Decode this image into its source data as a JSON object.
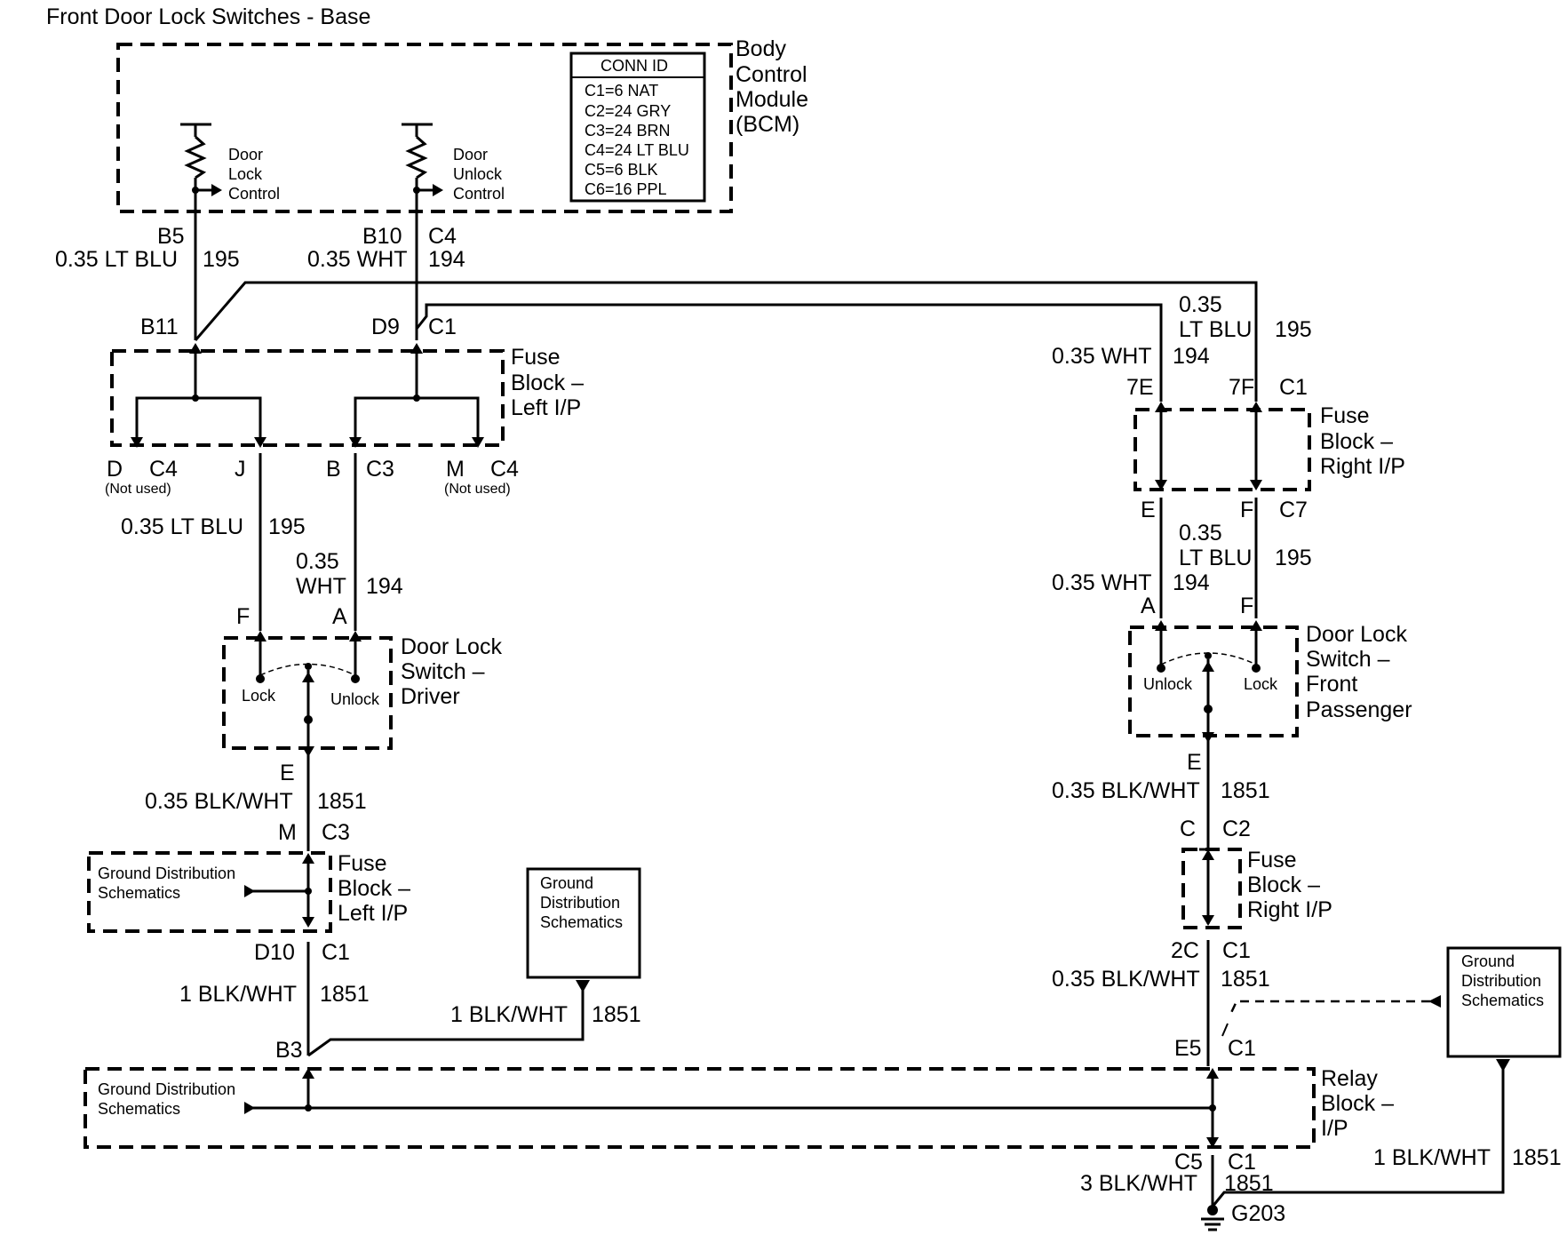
{
  "title": "Front Door Lock Switches - Base",
  "bcm": {
    "name": "Body Control Module (BCM)",
    "name_lines": [
      "Body",
      "Control",
      "Module",
      "(BCM)"
    ],
    "conn_header": "CONN ID",
    "conn_lines": [
      "C1=6 NAT",
      "C2=24 GRY",
      "C3=24 BRN",
      "C4=24 LT BLU",
      "C5=6 BLK",
      "C6=16 PPL"
    ],
    "lock_control": [
      "Door",
      "Lock",
      "Control"
    ],
    "unlock_control": [
      "Door",
      "Unlock",
      "Control"
    ],
    "pins": {
      "b5": "B5",
      "b10": "B10",
      "c4": "C4"
    }
  },
  "wires": {
    "lt_blu_035": "0.35 LT BLU",
    "wht_035": "0.35 WHT",
    "c195": "195",
    "c194": "194",
    "c035": "0.35",
    "lt_blu": "LT BLU",
    "wht": "WHT",
    "blk_wht_035": "0.35 BLK/WHT",
    "blk_wht_1": "1 BLK/WHT",
    "blk_wht_3": "3 BLK/WHT",
    "c1851": "1851"
  },
  "fuse_left": {
    "label_lines": [
      "Fuse",
      "Block –",
      "Left I/P"
    ],
    "pins": {
      "b11": "B11",
      "d9": "D9",
      "c1": "C1",
      "d": "D",
      "c4": "C4",
      "j": "J",
      "b": "B",
      "c3": "C3",
      "m": "M"
    },
    "not_used": "(Not used)"
  },
  "fuse_right": {
    "label_lines": [
      "Fuse",
      "Block –",
      "Right I/P"
    ],
    "pins": {
      "p7e": "7E",
      "p7f": "7F",
      "c1": "C1",
      "e": "E",
      "f": "F",
      "c7": "C7"
    }
  },
  "switch_driver": {
    "label_lines": [
      "Door Lock",
      "Switch –",
      "Driver"
    ],
    "lock": "Lock",
    "unlock": "Unlock",
    "pins": {
      "f": "F",
      "a": "A",
      "e": "E"
    }
  },
  "switch_passenger": {
    "label_lines": [
      "Door Lock",
      "Switch –",
      "Front",
      "Passenger"
    ],
    "lock": "Lock",
    "unlock": "Unlock",
    "pins": {
      "a": "A",
      "f": "F",
      "e": "E"
    }
  },
  "fuse_left_lower": {
    "label_lines": [
      "Fuse",
      "Block –",
      "Left I/P"
    ],
    "ref": [
      "Ground Distribution",
      "Schematics"
    ],
    "pins": {
      "m": "M",
      "c3": "C3",
      "d10": "D10",
      "c1": "C1"
    }
  },
  "fuse_right_lower": {
    "label_lines": [
      "Fuse",
      "Block –",
      "Right I/P"
    ],
    "pins": {
      "c": "C",
      "c2": "C2",
      "p2c": "2C",
      "c1": "C1"
    }
  },
  "ground_box_center": [
    "Ground",
    "Distribution",
    "Schematics"
  ],
  "ground_box_right": [
    "Ground",
    "Distribution",
    "Schematics"
  ],
  "relay_block": {
    "label_lines": [
      "Relay",
      "Block –",
      "I/P"
    ],
    "ref": [
      "Ground Distribution",
      "Schematics"
    ],
    "pins": {
      "b3": "B3",
      "e5": "E5",
      "c1": "C1",
      "c5": "C5",
      "c1b": "C1"
    }
  },
  "ground": "G203"
}
